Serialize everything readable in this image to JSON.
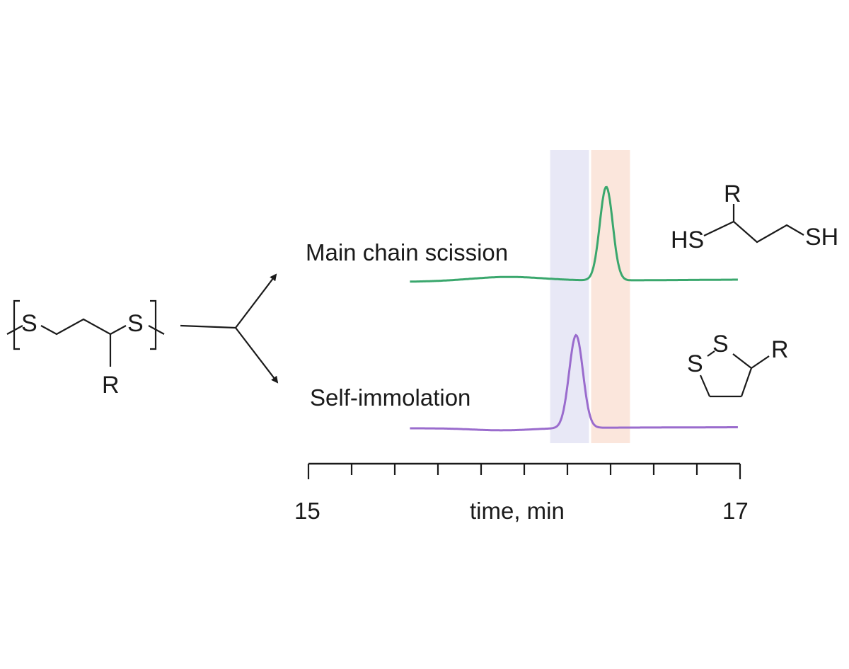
{
  "chart_data": {
    "type": "line",
    "xlabel": "time, min",
    "xlim": [
      15,
      17
    ],
    "x_tick_labels": [
      "15",
      "17"
    ],
    "minor_tick_count": 10,
    "grid": false,
    "highlight_bands": [
      {
        "x_start": 16.12,
        "x_end": 16.3,
        "color": "#e8e8f6"
      },
      {
        "x_start": 16.31,
        "x_end": 16.49,
        "color": "#fbe6dc"
      }
    ],
    "series": [
      {
        "name": "Main chain scission",
        "color": "#3aa76d",
        "baseline": 0,
        "peaks": [
          {
            "center": 16.38,
            "height": 1.0,
            "width": 0.03
          },
          {
            "center": 15.92,
            "height": 0.045,
            "width": 0.17
          }
        ]
      },
      {
        "name": "Self-immolation",
        "color": "#9a6ccd",
        "baseline": 0,
        "peaks": [
          {
            "center": 16.24,
            "height": 1.0,
            "width": 0.032
          },
          {
            "center": 15.9,
            "height": -0.025,
            "width": 0.14
          }
        ]
      }
    ]
  },
  "scheme": {
    "polymer": {
      "atoms": [
        "S",
        "S",
        "R"
      ]
    },
    "product_dithiol": {
      "atoms": [
        "R",
        "HS",
        "SH"
      ]
    },
    "product_cyclic": {
      "atoms": [
        "S",
        "S",
        "R"
      ]
    },
    "colors": {
      "bond": "#1a1a1a",
      "arrow": "#1a1a1a",
      "axis": "#1a1a1a"
    }
  }
}
